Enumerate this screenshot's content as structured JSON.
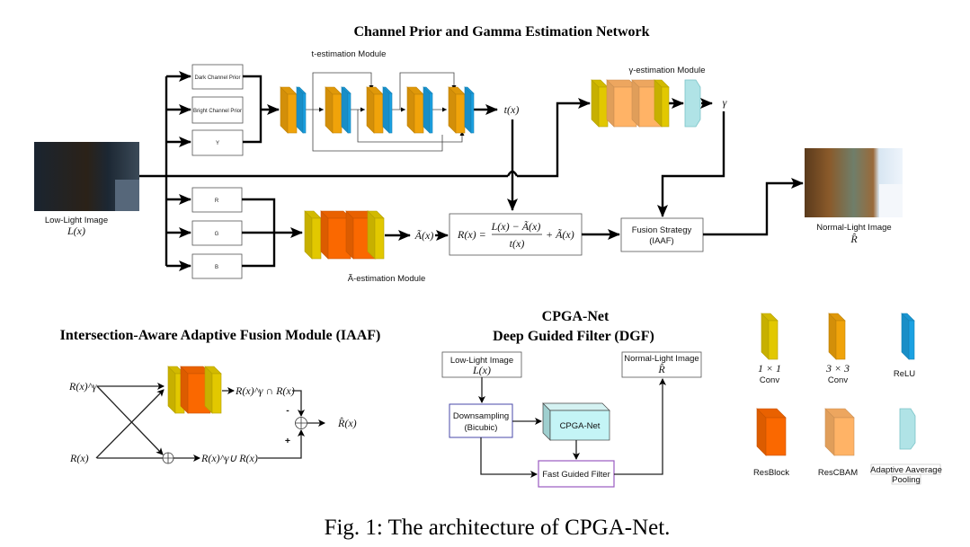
{
  "top_title": "Channel Prior and Gamma Estimation Network",
  "low_light": {
    "label": "Low-Light Image",
    "symbol": "L(x)"
  },
  "normal_light": {
    "label": "Normal-Light Image",
    "symbol": "R̂"
  },
  "prior_boxes": [
    "Dark Channel Prior",
    "Bright Channel Prior",
    "Y"
  ],
  "rgb_boxes": [
    "R",
    "G",
    "B"
  ],
  "t_module": {
    "label": "t-estimation Module",
    "output": "t(x)"
  },
  "gamma_module": {
    "label": "γ-estimation Module",
    "output": "γ"
  },
  "a_module": {
    "label": "Ã-estimation Module",
    "output": "Ã(x)"
  },
  "formula": {
    "lhs": "R(x) =",
    "numerator": "L(x) − Ã(x)",
    "denominator": "t(x)",
    "tail": "+ Ã(x)"
  },
  "fusion": {
    "line1": "Fusion Strategy",
    "line2": "(IAAF)"
  },
  "iaaf": {
    "title": "Intersection-Aware Adaptive Fusion Module (IAAF)",
    "input_gamma": "R(x)^γ",
    "input": "R(x)",
    "intersection": "R(x)^γ ∩ R(x)",
    "union": "R(x)^γ∪ R(x)",
    "minus": "-",
    "plus": "+",
    "output": "R̂(x)"
  },
  "dgf": {
    "title1": "CPGA-Net",
    "title2": "Deep Guided Filter (DGF)",
    "input_label": "Low-Light Image",
    "input_symbol": "L(x)",
    "output_label": "Normal-Light Image",
    "output_symbol": "R̂",
    "downsampling": "Downsampling",
    "bicubic": "(Bicubic)",
    "net": "CPGA-Net",
    "fgf": "Fast Guided Filter"
  },
  "legend": [
    {
      "name": "1 × 1",
      "sub": "Conv",
      "color": "#e2c800"
    },
    {
      "name": "3 × 3",
      "sub": "Conv",
      "color": "#f0a30a"
    },
    {
      "name": "ReLU",
      "sub": "",
      "color": "#1ba1e2"
    },
    {
      "name": "ResBlock",
      "sub": "",
      "color": "#fa6800"
    },
    {
      "name": "ResCBAM",
      "sub": "",
      "color": "#ffb366"
    },
    {
      "name": "Adaptive Aaverage",
      "sub": "Pooling",
      "color": "#b0e3e6"
    }
  ],
  "caption": "Fig. 1: The architecture of CPGA-Net."
}
